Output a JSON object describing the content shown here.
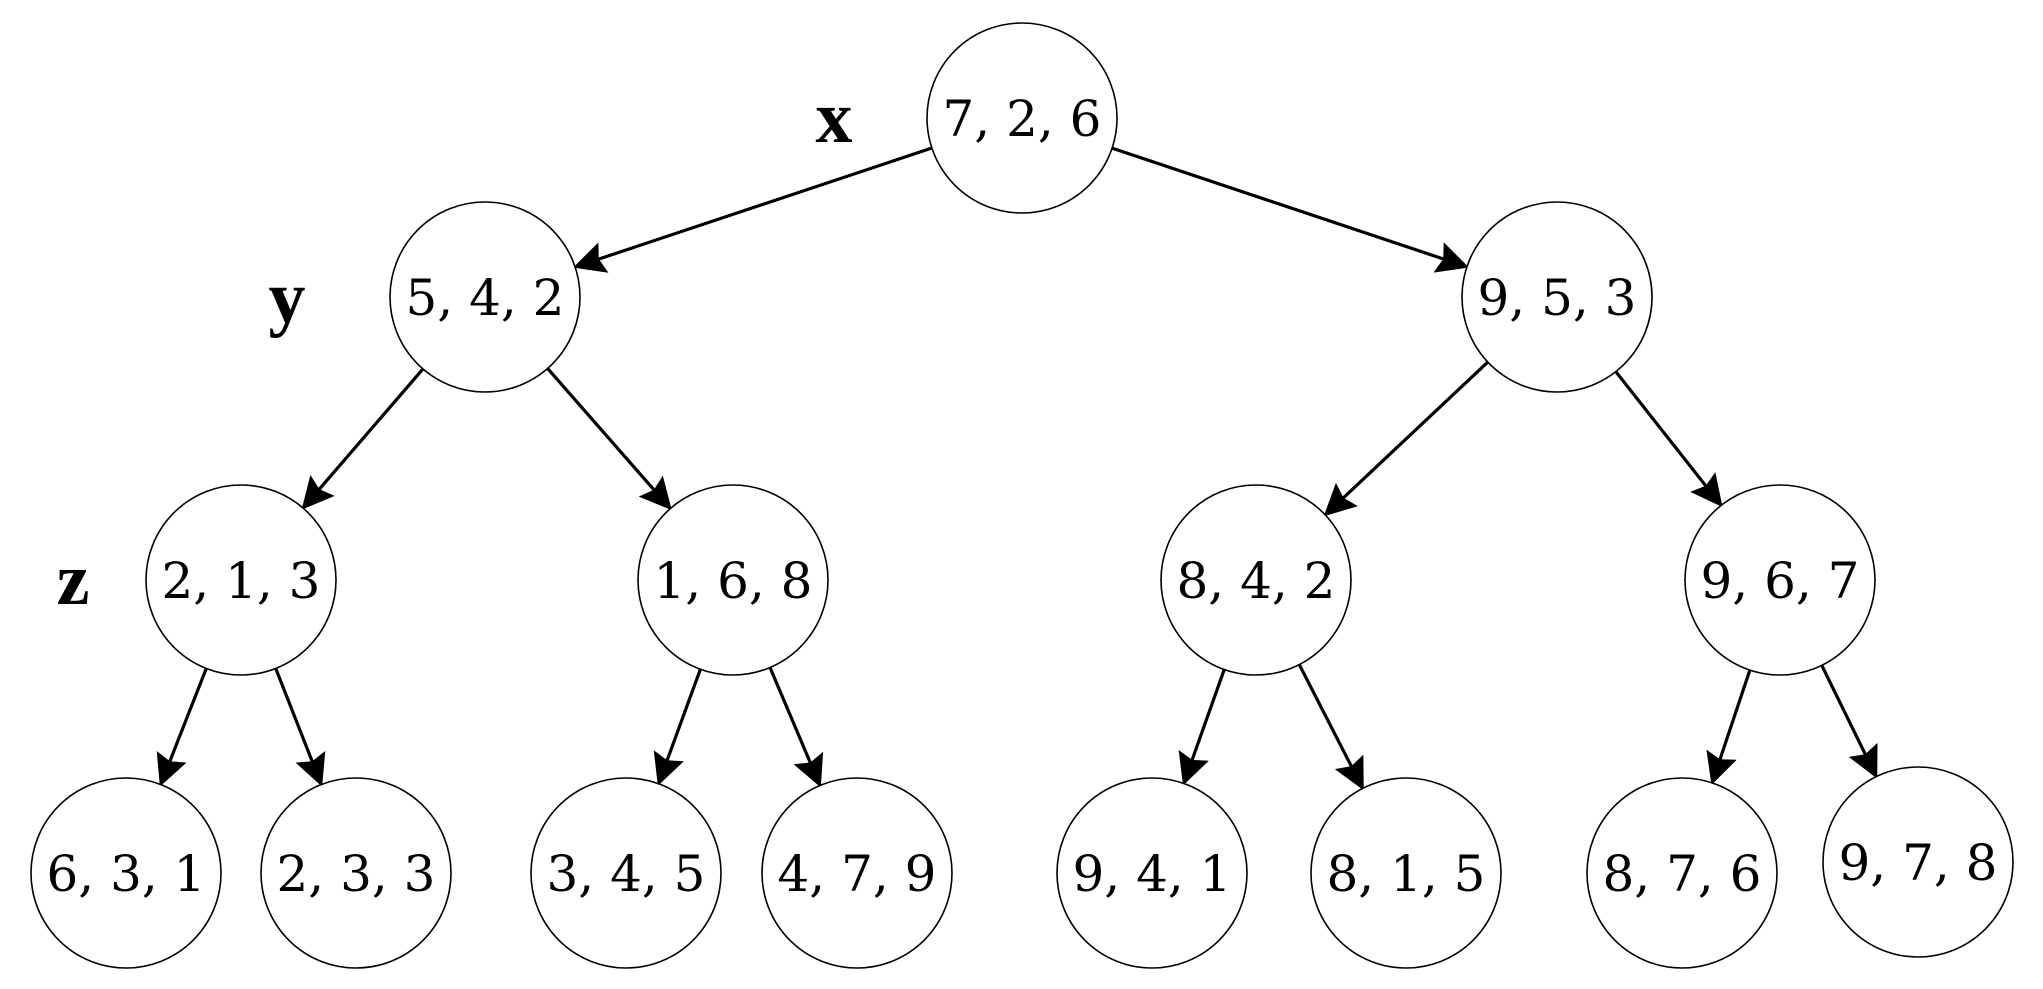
{
  "axis_labels": [
    "x",
    "y",
    "z"
  ],
  "nodes": [
    {
      "id": "n1",
      "label": "7, 2, 6"
    },
    {
      "id": "n2",
      "label": "5, 4, 2"
    },
    {
      "id": "n3",
      "label": "9, 5, 3"
    },
    {
      "id": "n4",
      "label": "2, 1, 3"
    },
    {
      "id": "n5",
      "label": "1, 6, 8"
    },
    {
      "id": "n6",
      "label": "8, 4, 2"
    },
    {
      "id": "n7",
      "label": "9, 6, 7"
    },
    {
      "id": "n8",
      "label": "6, 3, 1"
    },
    {
      "id": "n9",
      "label": "2, 3, 3"
    },
    {
      "id": "n10",
      "label": "3, 4, 5"
    },
    {
      "id": "n11",
      "label": "4, 7, 9"
    },
    {
      "id": "n12",
      "label": "9, 4, 1"
    },
    {
      "id": "n13",
      "label": "8, 1, 5"
    },
    {
      "id": "n14",
      "label": "8, 7, 6"
    },
    {
      "id": "n15",
      "label": "9, 7, 8"
    }
  ],
  "edges": [
    {
      "from": "n1",
      "to": "n2"
    },
    {
      "from": "n1",
      "to": "n3"
    },
    {
      "from": "n2",
      "to": "n4"
    },
    {
      "from": "n2",
      "to": "n5"
    },
    {
      "from": "n3",
      "to": "n6"
    },
    {
      "from": "n3",
      "to": "n7"
    },
    {
      "from": "n4",
      "to": "n8"
    },
    {
      "from": "n4",
      "to": "n9"
    },
    {
      "from": "n5",
      "to": "n10"
    },
    {
      "from": "n5",
      "to": "n11"
    },
    {
      "from": "n6",
      "to": "n12"
    },
    {
      "from": "n6",
      "to": "n13"
    },
    {
      "from": "n7",
      "to": "n14"
    },
    {
      "from": "n7",
      "to": "n15"
    }
  ]
}
